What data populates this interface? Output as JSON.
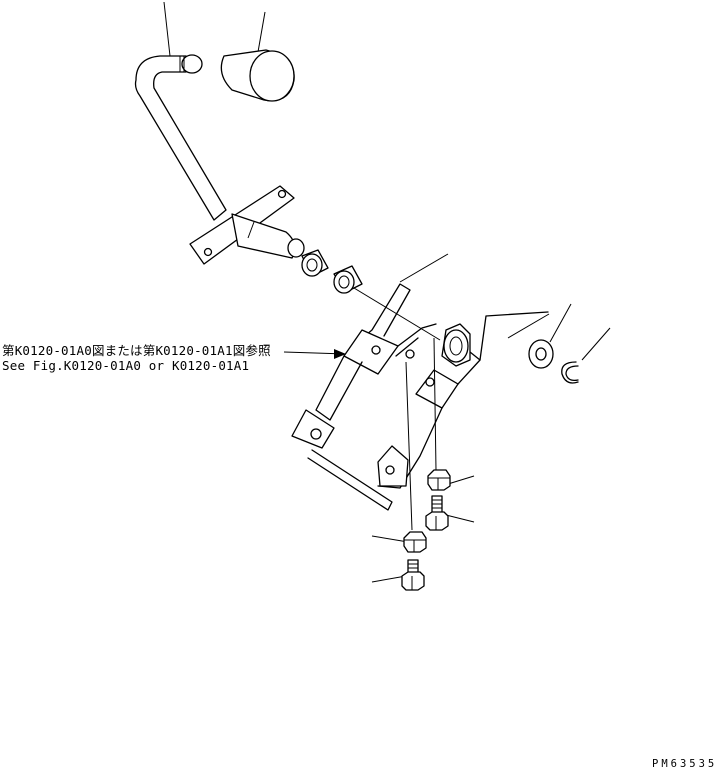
{
  "reference_note": {
    "japanese": "第K0120-01A0図または第K0120-01A1図参照",
    "english": "See Fig.K0120-01A0 or K0120-01A1"
  },
  "drawing_code": "PM63535"
}
